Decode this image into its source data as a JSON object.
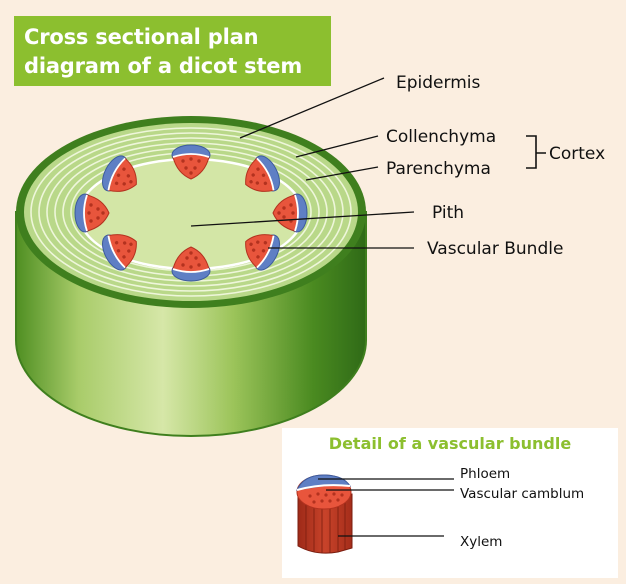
{
  "title": {
    "line1": "Cross sectional plan",
    "line2": "diagram of a dicot stem"
  },
  "labels": {
    "epidermis": "Epidermis",
    "collenchyma": "Collenchyma",
    "parenchyma": "Parenchyma",
    "cortex": "Cortex",
    "pith": "Pith",
    "vascular_bundle": "Vascular Bundle"
  },
  "detail": {
    "title": "Detail of a vascular bundle",
    "phloem": "Phloem",
    "cambium": "Vascular camblum",
    "xylem": "Xylem"
  },
  "colors": {
    "background": "#fbeee0",
    "title_green": "#8cbf2f",
    "stem_dark_green": "#3f7f1e",
    "stem_light_green": "#cfe2a0",
    "cortex_green": "#b9d889",
    "pith_green": "#d3e6a6",
    "phloem_blue": "#5f7fc4",
    "xylem_red": "#e8553c",
    "xylem_dark_red": "#b3321f"
  }
}
